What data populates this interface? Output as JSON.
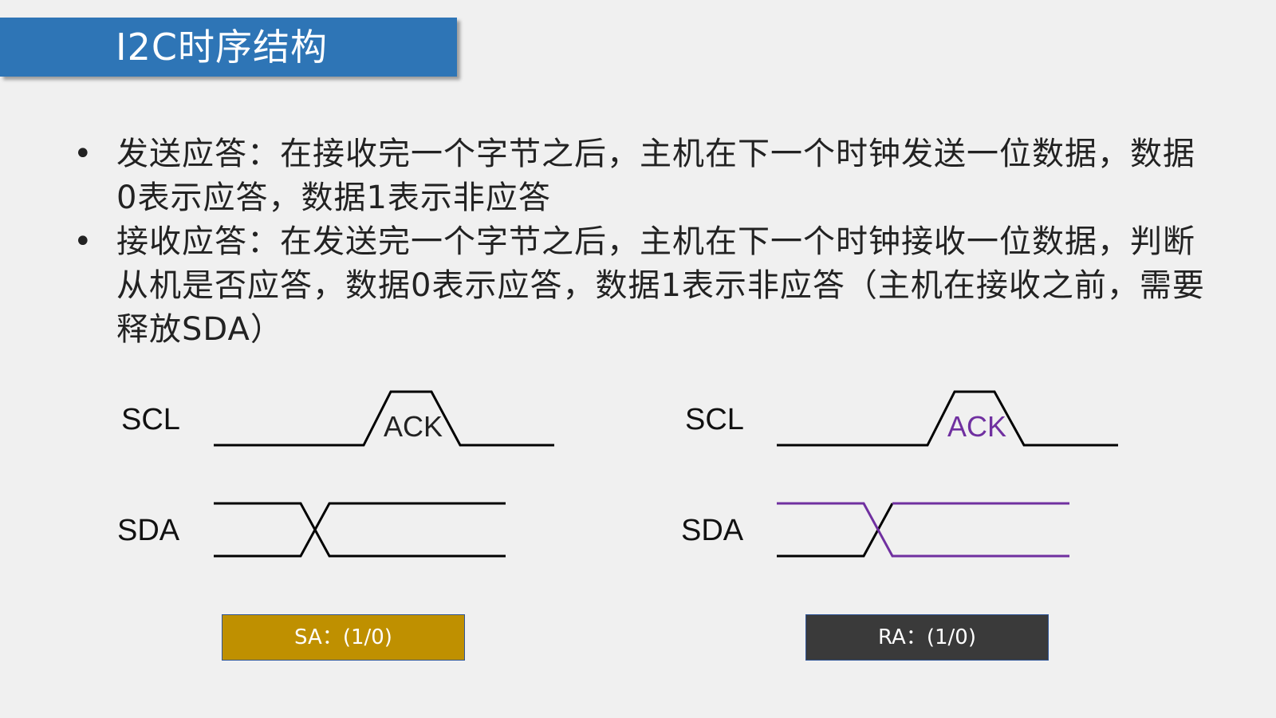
{
  "title": "I2C时序结构",
  "bullets": [
    {
      "icon": "bullet-dot",
      "text": "发送应答：在接收完一个字节之后，主机在下一个时钟发送一位数据，数据0表示应答，数据1表示非应答"
    },
    {
      "icon": "bullet-dot",
      "text": "接收应答：在发送完一个字节之后，主机在下一个时钟接收一位数据，判断从机是否应答，数据0表示应答，数据1表示非应答（主机在接收之前，需要释放SDA）"
    }
  ],
  "bullet_symbol": "•",
  "diagrams": [
    {
      "scl_label": "SCL",
      "sda_label": "SDA",
      "ack_label": "ACK",
      "box_label": "SA：(1/0)",
      "box_color": "#BF9000",
      "ack_color": "#222222"
    },
    {
      "scl_label": "SCL",
      "sda_label": "SDA",
      "ack_label": "ACK",
      "box_label": "RA：(1/0)",
      "box_color": "#3A3A3A",
      "ack_color": "#7030A0"
    }
  ],
  "colors": {
    "title_bg": "#2E75B6",
    "line": "#000000",
    "accent": "#7030A0"
  }
}
